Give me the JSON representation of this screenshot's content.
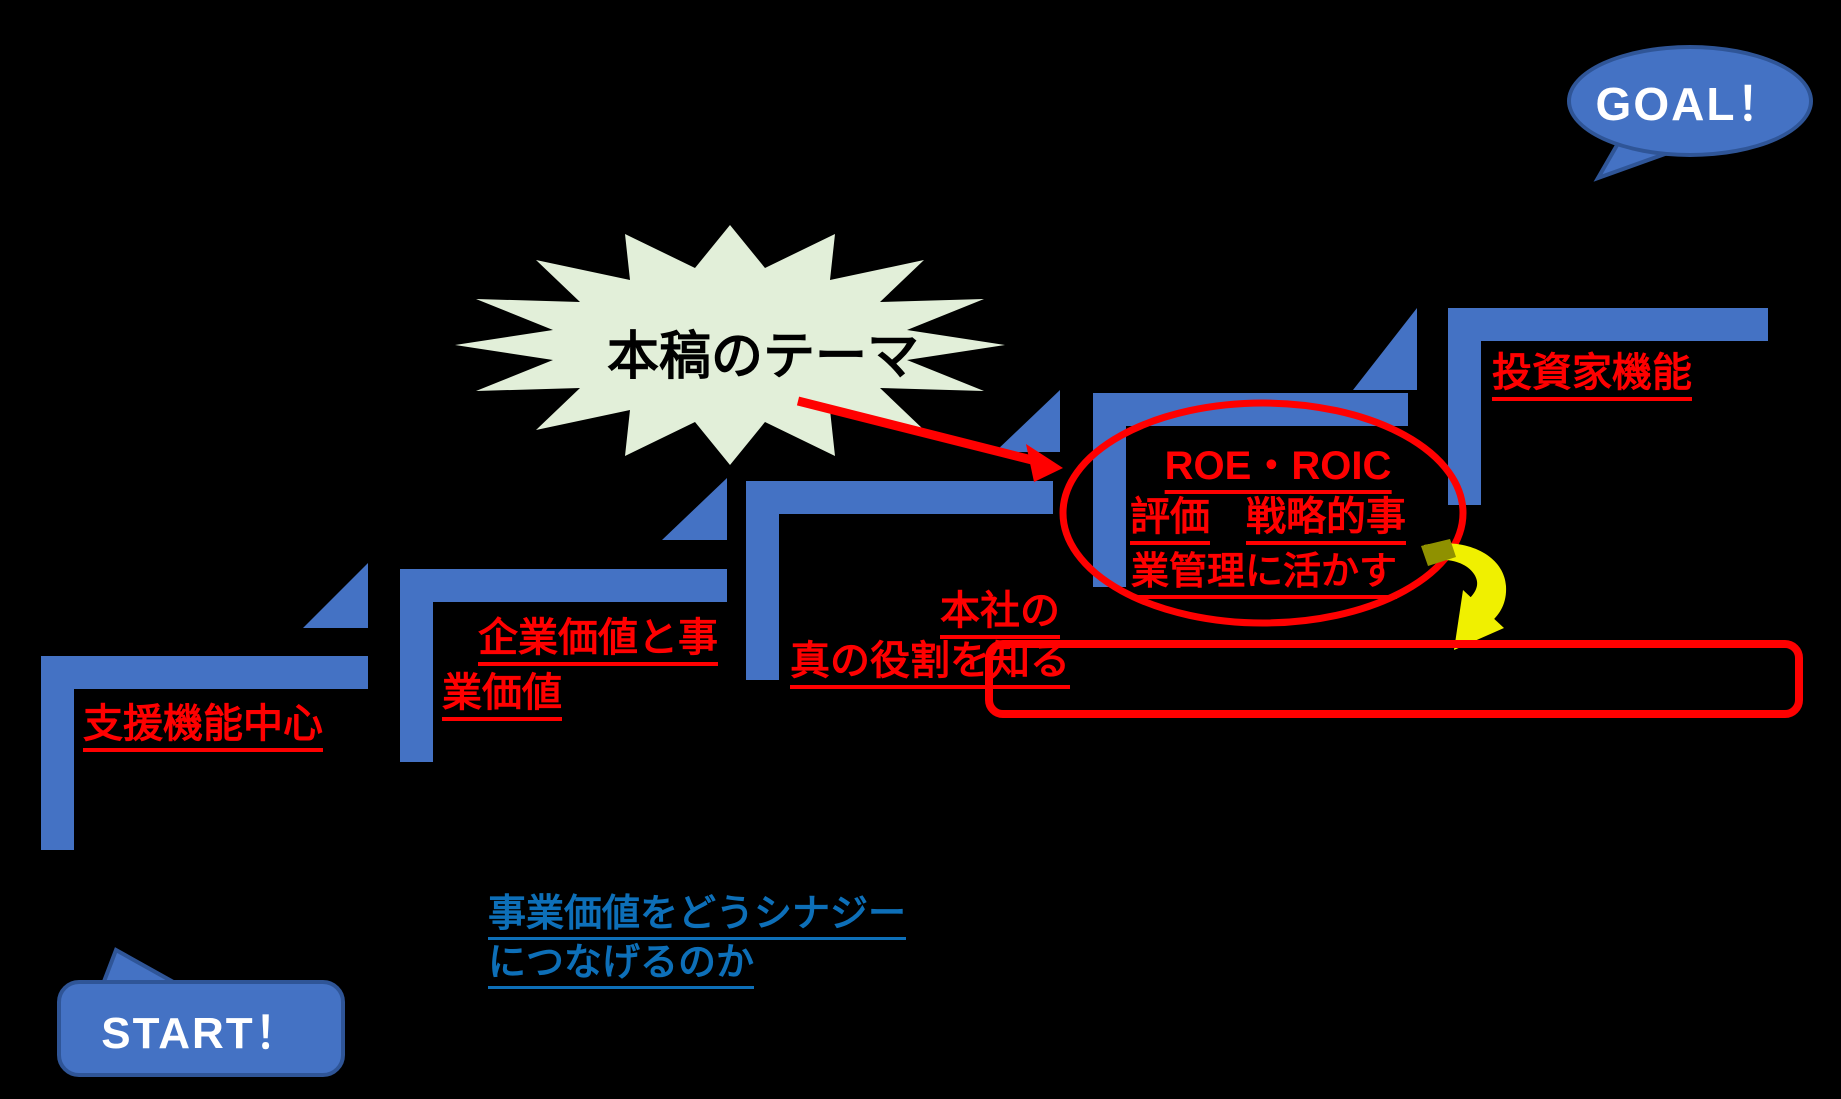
{
  "colors": {
    "step_blue": "#4472C4",
    "bubble_border": "#2F5597",
    "accent_red": "#FF0000",
    "starburst_fill": "#E2EFD9",
    "note_blue": "#0D6FB8",
    "arrow_yellow": "#F0F000",
    "text_white": "#FFFFFF",
    "background": "#000000"
  },
  "goal_bubble": {
    "label": "GOAL！"
  },
  "start_bubble": {
    "label": "START！"
  },
  "starburst": {
    "label": "本稿のテーマ"
  },
  "steps": {
    "step1_label": "支援機能中心",
    "step2_label_line1": "企業価値と事",
    "step2_label_line2": "業価値",
    "step3_label_line1": "本社の",
    "step3_label_line2": "真の役割を知る",
    "step5_label": "投資家機能"
  },
  "highlight_ellipse": {
    "line1": "ROE・ROIC",
    "line2_left": "評価",
    "line2_right": "戦略的事",
    "line3": "業管理に活かす"
  },
  "synergy_note": {
    "line1": "事業価値をどうシナジー",
    "line2": "につなげるのか"
  }
}
